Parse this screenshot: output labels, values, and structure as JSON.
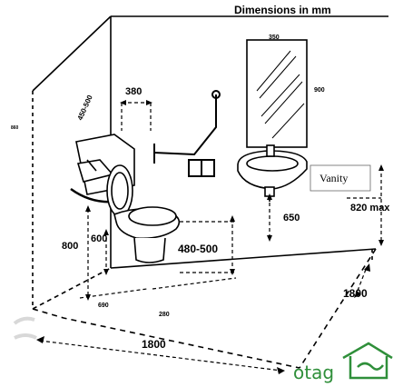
{
  "title": "Dimensions in mm",
  "dimensions": {
    "mirror_width": "350",
    "mirror_height": "900",
    "wall_height": "860",
    "grab_bar_distance": "380",
    "grab_bar_height_range": "450-500",
    "cistern_height": "800",
    "toilet_rail_height": "600",
    "toilet_seat_height": "480-500",
    "basin_clearance": "650",
    "basin_height": "820 max",
    "toilet_center_from_wall": "690",
    "toilet_floor_width": "280",
    "room_width": "1800",
    "room_depth": "1800"
  },
  "labels": {
    "vanity": "Vanity"
  },
  "watermark": {
    "text": "otag"
  },
  "colors": {
    "line": "#000000",
    "watermark_green": "#2f8f3a",
    "watermark_gray": "#d8d8d8"
  }
}
